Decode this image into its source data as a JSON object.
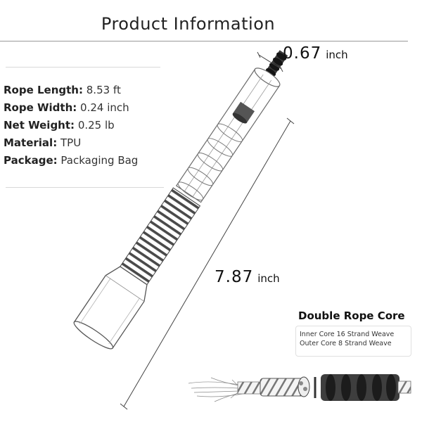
{
  "header": {
    "title": "Product Information"
  },
  "specs": [
    {
      "label": "Rope Length:",
      "value": "8.53 ft"
    },
    {
      "label": "Rope Width:",
      "value": "0.24 inch"
    },
    {
      "label": "Net Weight:",
      "value": "0.25 lb"
    },
    {
      "label": "Material:",
      "value": "TPU"
    },
    {
      "label": "Package:",
      "value": "Packaging Bag"
    }
  ],
  "dimensions": {
    "diameter": {
      "value": "0.67",
      "unit": "inch"
    },
    "length": {
      "value": "7.87",
      "unit": "inch"
    }
  },
  "core": {
    "title": "Double Rope Core",
    "lines": [
      "Inner Core 16 Strand Weave",
      "Outer Core 8 Strand Weave"
    ]
  }
}
